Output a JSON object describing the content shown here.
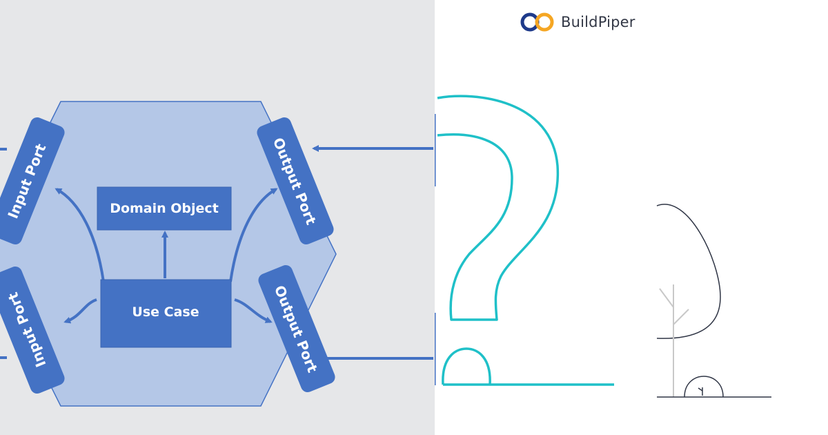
{
  "diagram": {
    "nodes": {
      "input_port_top": "Input Port",
      "input_port_bottom": "Input Port",
      "output_port_top": "Output Port",
      "output_port_bottom": "Output Port",
      "domain_object": "Domain Object",
      "use_case": "Use Case"
    }
  },
  "brand": {
    "name": "BuildPiper",
    "logo_colors": [
      "#1e3a8a",
      "#f5a623"
    ]
  },
  "colors": {
    "hexagon_fill": "#b4c7e7",
    "hexagon_stroke": "#4472c4",
    "box_fill": "#4472c4",
    "question_mark": "#1fc0c8",
    "tree_line": "#2f3545",
    "trunk": "#c4c4c4"
  }
}
